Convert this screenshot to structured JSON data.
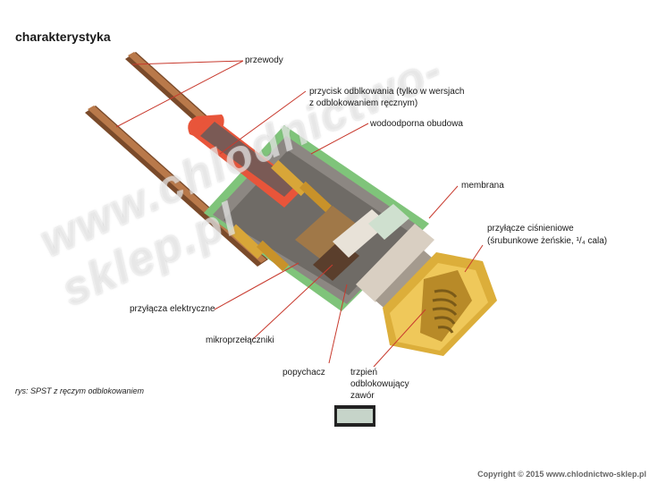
{
  "title": "charakterystyka",
  "labels": {
    "przewody": "przewody",
    "przycisk_line1": "przycisk odblkowania (tylko w wersjach",
    "przycisk_line2": "z odblokowaniem ręcznym)",
    "obudowa": "wodoodporna obudowa",
    "membrana": "membrana",
    "przylacze_cisn_line1": "przyłącze ciśnieniowe",
    "przylacze_cisn_line2": "(śrubunkowe żeńskie, ¹/₄ cala)",
    "przylacza_el": "przyłącza elektryczne",
    "mikro": "mikroprzełączniki",
    "popychacz": "popychacz",
    "trzpien_line1": "trzpień",
    "trzpien_line2": "odblokowujący",
    "trzpien_line3": "zawór"
  },
  "caption": "rys: SPST z ręczym odblokowaniem",
  "watermark": "www.chlodnictwo-sklep.pl",
  "copyright": "Copyright © 2015  www.chlodnictwo-sklep.pl",
  "colors": {
    "housing_green": "#7fc47a",
    "body_grey": "#8a8680",
    "brass": "#d8a638",
    "red_button": "#e8553a",
    "wire_copper": "#7a4a2a",
    "leader": "#c83a2e"
  }
}
